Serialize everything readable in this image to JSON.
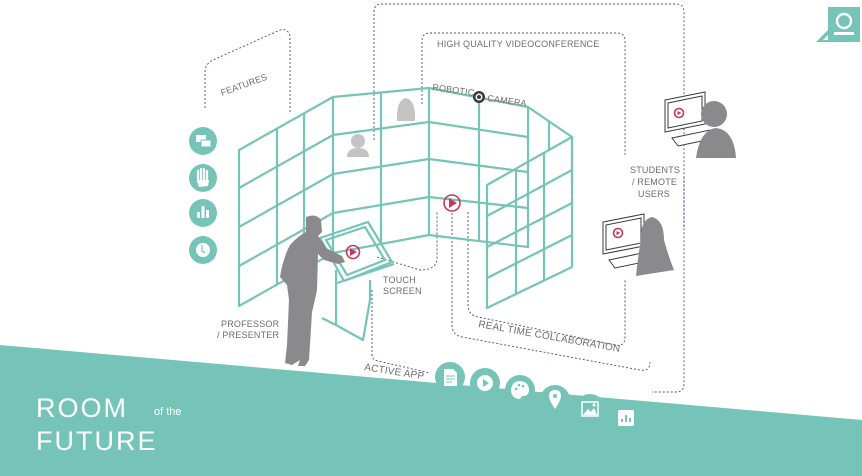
{
  "title": "Room of the Future",
  "brand": {
    "line1": "ROOM",
    "suffix": "of the",
    "line2": "FUTURE",
    "accent": "#76c4b8",
    "logo_icon": "speech-bubble-person-logo"
  },
  "colors": {
    "teal": "#76c4b8",
    "silhouette": "#8a8a8c",
    "play": "#c9365a",
    "dash": "#4a4a8a",
    "label": "#6d6d6d"
  },
  "labels": {
    "videoconference": "HIGH QUALITY VIDEOCONFERENCE",
    "features": "FEATURES",
    "robotic": "ROBOTIC",
    "camera": "CAMERA",
    "students_1": "STUDENTS",
    "students_2": "/ REMOTE",
    "students_3": "USERS",
    "touch_1": "TOUCH",
    "touch_2": "SCREEN",
    "professor_1": "PROFESSOR",
    "professor_2": "/ PRESENTER",
    "collab": "REAL TIME COLLABORATION",
    "active_app": "ACTIVE APP"
  },
  "features": [
    {
      "icon": "chat-icon"
    },
    {
      "icon": "hand-icon"
    },
    {
      "icon": "bar-chart-icon"
    },
    {
      "icon": "clock-icon"
    }
  ],
  "apps": [
    {
      "icon": "document-icon"
    },
    {
      "icon": "play-icon"
    },
    {
      "icon": "palette-icon"
    },
    {
      "icon": "location-pin-icon"
    },
    {
      "icon": "image-icon"
    },
    {
      "icon": "chart-icon"
    }
  ]
}
